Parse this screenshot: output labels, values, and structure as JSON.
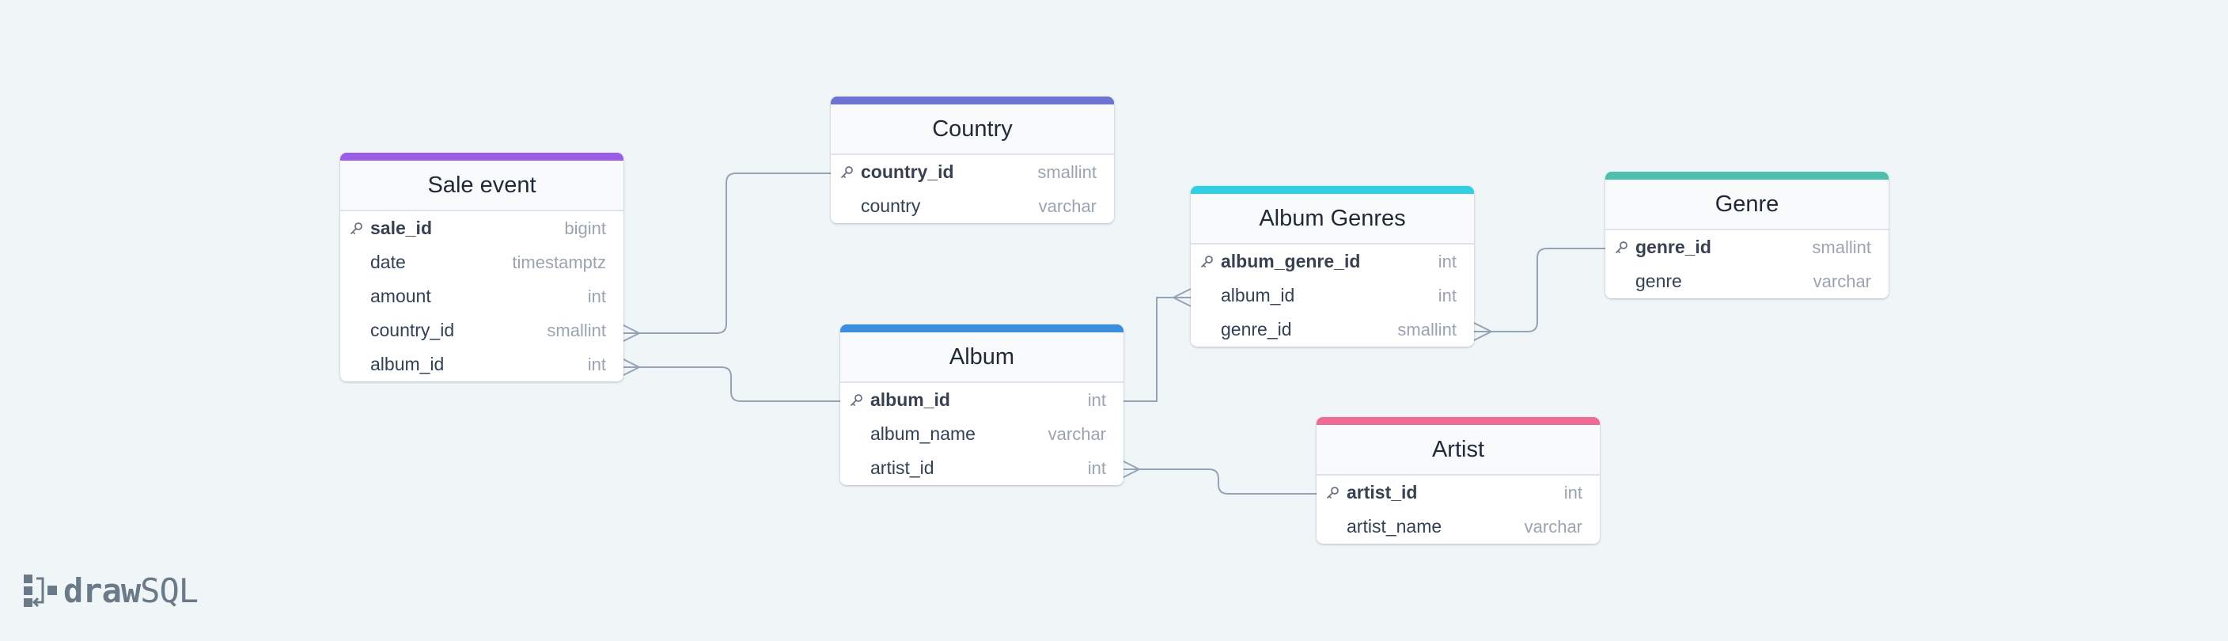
{
  "colors": {
    "background": "#f0f5f8",
    "line": "#94a3b8",
    "sale_event": "#9b5de5",
    "country": "#6c73d1",
    "album": "#3b8ede",
    "album_genres": "#2fd0e6",
    "genre": "#4dbfae",
    "artist": "#ee6b94"
  },
  "logo": {
    "part1": "draw",
    "part2": "SQL",
    "icon": "drawsql-logo-icon"
  },
  "tables": {
    "sale_event": {
      "title": "Sale event",
      "columns": [
        {
          "name": "sale_id",
          "type": "bigint",
          "pk": true
        },
        {
          "name": "date",
          "type": "timestamptz"
        },
        {
          "name": "amount",
          "type": "int"
        },
        {
          "name": "country_id",
          "type": "smallint"
        },
        {
          "name": "album_id",
          "type": "int"
        }
      ]
    },
    "country": {
      "title": "Country",
      "columns": [
        {
          "name": "country_id",
          "type": "smallint",
          "pk": true
        },
        {
          "name": "country",
          "type": "varchar"
        }
      ]
    },
    "album": {
      "title": "Album",
      "columns": [
        {
          "name": "album_id",
          "type": "int",
          "pk": true
        },
        {
          "name": "album_name",
          "type": "varchar"
        },
        {
          "name": "artist_id",
          "type": "int"
        }
      ]
    },
    "album_genres": {
      "title": "Album Genres",
      "columns": [
        {
          "name": "album_genre_id",
          "type": "int",
          "pk": true
        },
        {
          "name": "album_id",
          "type": "int"
        },
        {
          "name": "genre_id",
          "type": "smallint"
        }
      ]
    },
    "genre": {
      "title": "Genre",
      "columns": [
        {
          "name": "genre_id",
          "type": "smallint",
          "pk": true
        },
        {
          "name": "genre",
          "type": "varchar"
        }
      ]
    },
    "artist": {
      "title": "Artist",
      "columns": [
        {
          "name": "artist_id",
          "type": "int",
          "pk": true
        },
        {
          "name": "artist_name",
          "type": "varchar"
        }
      ]
    }
  }
}
